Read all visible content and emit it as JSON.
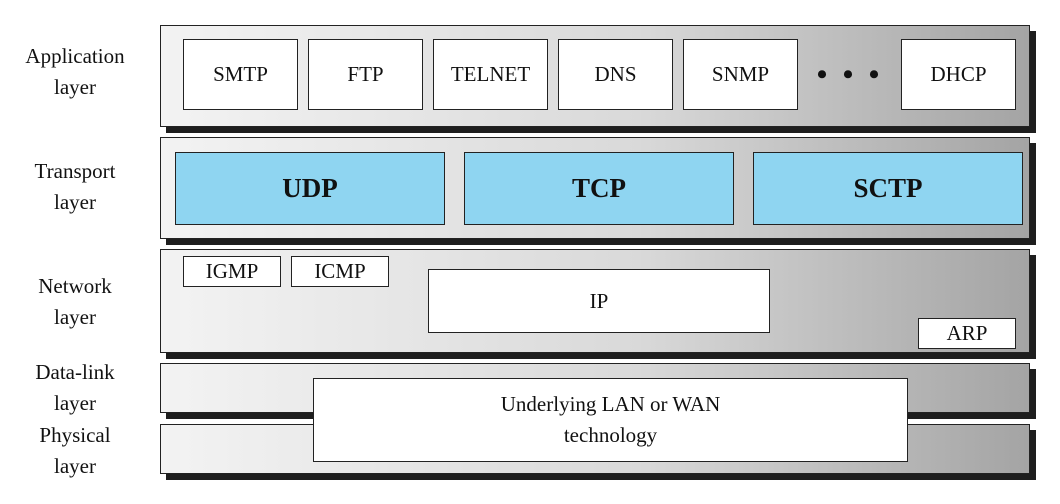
{
  "layers": [
    {
      "name": [
        "Application",
        "layer"
      ]
    },
    {
      "name": [
        "Transport",
        "layer"
      ]
    },
    {
      "name": [
        "Network",
        "layer"
      ]
    },
    {
      "name": [
        "Data-link",
        "layer"
      ]
    },
    {
      "name": [
        "Physical",
        "layer"
      ]
    }
  ],
  "application_protocols": [
    "SMTP",
    "FTP",
    "TELNET",
    "DNS",
    "SNMP",
    "DHCP"
  ],
  "ellipsis": "• • •",
  "transport_protocols": [
    "UDP",
    "TCP",
    "SCTP"
  ],
  "network_protocols": {
    "igmp": "IGMP",
    "icmp": "ICMP",
    "ip": "IP",
    "arp": "ARP"
  },
  "underlying": [
    "Underlying LAN or WAN",
    "technology"
  ],
  "colors": {
    "transport_fill": "#8fd5f1"
  }
}
